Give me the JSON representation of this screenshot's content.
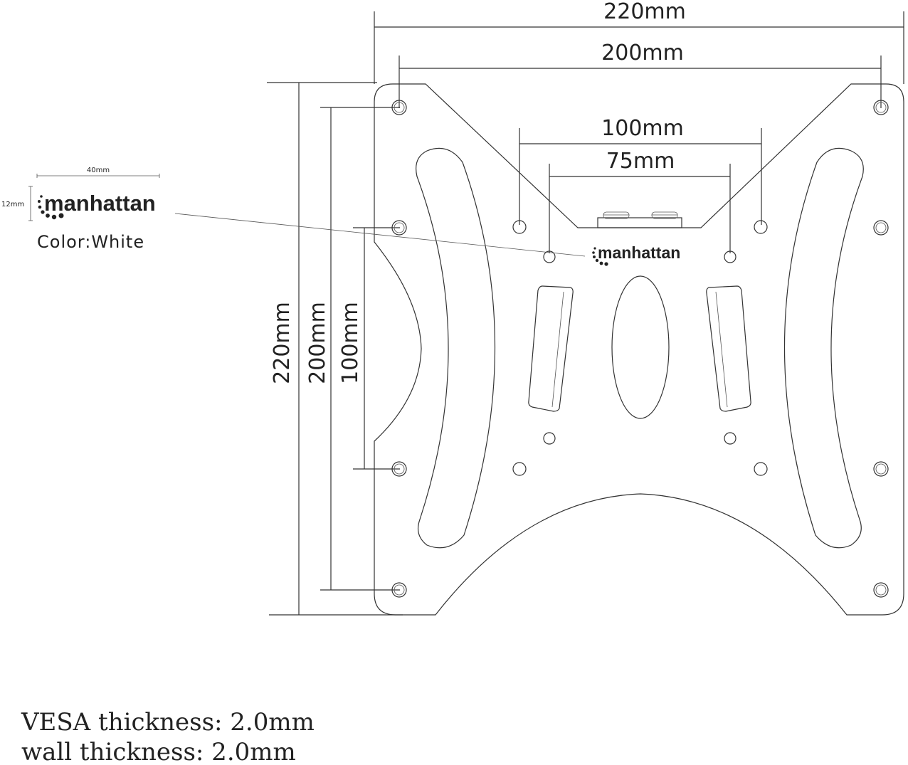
{
  "dimensions": {
    "top_outer": "220mm",
    "top_inner": "200mm",
    "middle_100": "100mm",
    "middle_75": "75mm",
    "left_outer": "220mm",
    "left_inner": "200mm",
    "left_100": "100mm"
  },
  "logo_callout": {
    "width_label": "40mm",
    "height_label": "12mm",
    "brand": "manhattan",
    "color_label": "Color:White"
  },
  "plate_logo": "manhattan",
  "specs": {
    "vesa_thickness": "VESA thickness: 2.0mm",
    "wall_thickness": "wall thickness: 2.0mm"
  }
}
